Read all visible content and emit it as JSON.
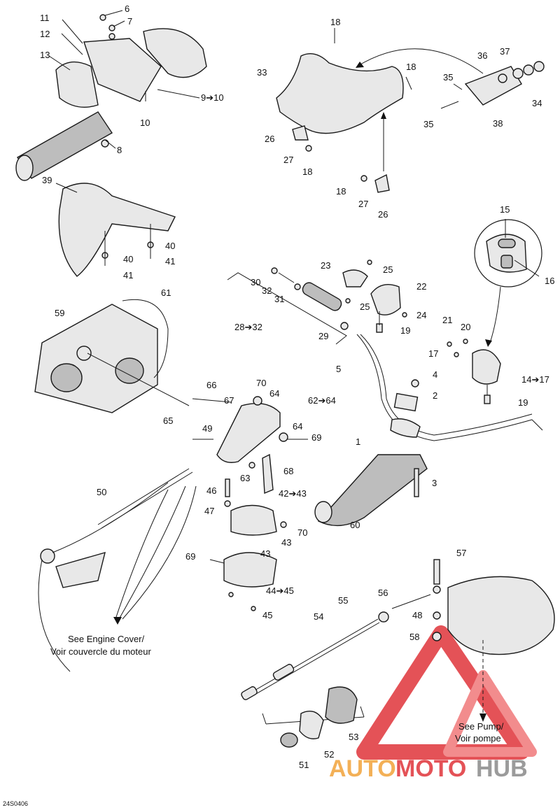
{
  "labels": {
    "l11": "11",
    "l12": "12",
    "l13": "13",
    "l6": "6",
    "l7": "7",
    "l9_10": "9➔10",
    "l10": "10",
    "l8": "8",
    "l18a": "18",
    "l18b": "18",
    "l18c": "18",
    "l18d": "18",
    "l33": "33",
    "l26a": "26",
    "l26b": "26",
    "l27a": "27",
    "l27b": "27",
    "l36": "36",
    "l37": "37",
    "l35a": "35",
    "l35b": "35",
    "l34": "34",
    "l38": "38",
    "l39": "39",
    "l40a": "40",
    "l40b": "40",
    "l41a": "41",
    "l41b": "41",
    "l15": "15",
    "l16": "16",
    "l23": "23",
    "l25a": "25",
    "l25b": "25",
    "l22": "22",
    "l24": "24",
    "l19a": "19",
    "l19b": "19",
    "l30": "30",
    "l32": "32",
    "l31": "31",
    "l28_32": "28➔32",
    "l29": "29",
    "l61": "61",
    "l59": "59",
    "l21": "21",
    "l20": "20",
    "l17": "17",
    "l14_17": "14➔17",
    "l5": "5",
    "l4": "4",
    "l2": "2",
    "l1": "1",
    "l3": "3",
    "l60": "60",
    "l66": "66",
    "l70a": "70",
    "l64a": "64",
    "l64b": "64",
    "l67": "67",
    "l62_64": "62➔64",
    "l65": "65",
    "l49": "49",
    "l69a": "69",
    "l69b": "69",
    "l63": "63",
    "l68": "68",
    "l50": "50",
    "l46": "46",
    "l42_43": "42➔43",
    "l47": "47",
    "l43a": "43",
    "l43b": "43",
    "l70b": "70",
    "l44_45": "44➔45",
    "l45": "45",
    "l57": "57",
    "l56": "56",
    "l55": "55",
    "l54": "54",
    "l48": "48",
    "l58": "58",
    "l53": "53",
    "l52": "52",
    "l51": "51"
  },
  "notes": {
    "engine_cover_line1": "See Engine Cover/",
    "engine_cover_line2": "Voir couvercle du moteur",
    "pump_line1": "See Pump/",
    "pump_line2": "Voir pompe"
  },
  "drawing_code": "24S0406",
  "watermark": {
    "part1": "AUTO",
    "part2": "MOTO",
    "part3": "HUB",
    "color_orange": "#f2a33a",
    "color_red": "#e0343a",
    "color_grey": "#8a8a8a"
  }
}
